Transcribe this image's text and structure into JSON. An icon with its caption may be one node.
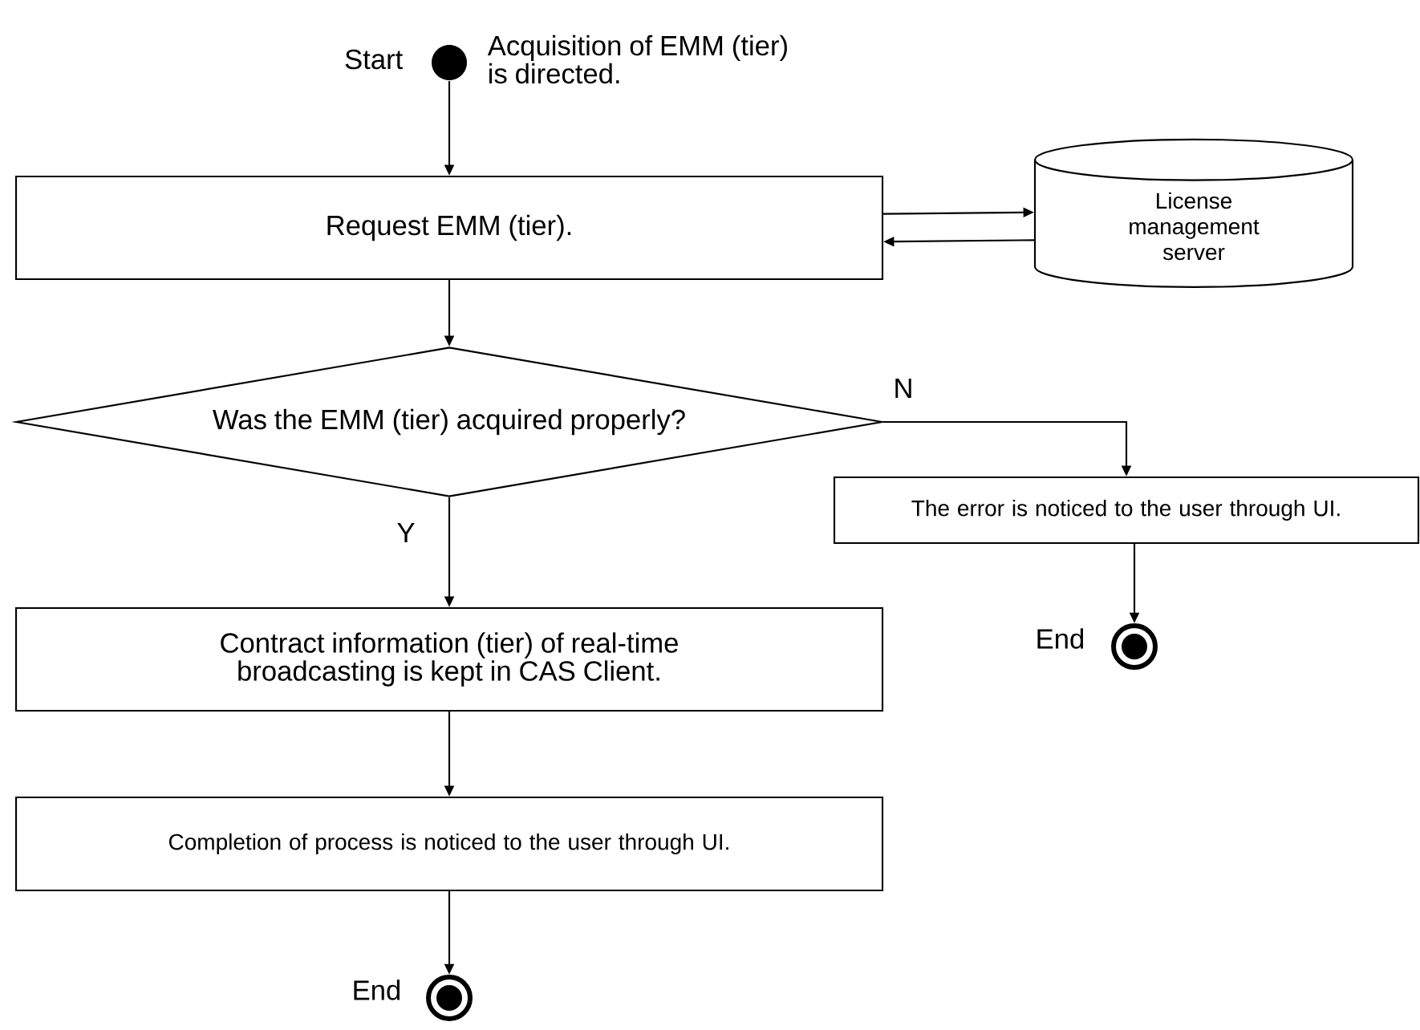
{
  "diagram": {
    "nodes": [
      {
        "text": [],
        "shape": "circle",
        "beside": [
          "Start",
          "Acquisition of EMM (tier) is directed."
        ]
      },
      {
        "text": [
          "Request EMM (tier)."
        ]
      },
      {
        "text": [
          "License management server"
        ]
      },
      {
        "text": [
          "Was the EMM (tier) acquired properly?"
        ]
      },
      {
        "text": [
          "The error is noticed to the user through UI."
        ]
      },
      {
        "text": [],
        "shape": "circle",
        "beside": [
          "End"
        ]
      },
      {
        "text": [
          "Contract information (tier) of real-time broadcasting is kept in CAS Client."
        ]
      },
      {
        "text": [
          "Completion of process is noticed to the user through UI."
        ]
      },
      {
        "text": [],
        "shape": "circle",
        "beside": [
          "End"
        ]
      }
    ],
    "edges": [
      {
        "from": 0,
        "to": 1,
        "arrow": "to"
      },
      {
        "from": 1,
        "to": 2,
        "arrow": "to"
      },
      {
        "from": 2,
        "to": 1,
        "arrow": "to"
      },
      {
        "from": 1,
        "to": 3,
        "arrow": "to"
      },
      {
        "from": 3,
        "to": 4,
        "arrow": "to",
        "label": "N"
      },
      {
        "from": 4,
        "to": 5,
        "arrow": "to"
      },
      {
        "from": 3,
        "to": 6,
        "arrow": "to",
        "label": "Y"
      },
      {
        "from": 6,
        "to": 7,
        "arrow": "to"
      },
      {
        "from": 7,
        "to": 8,
        "arrow": "to"
      }
    ]
  }
}
